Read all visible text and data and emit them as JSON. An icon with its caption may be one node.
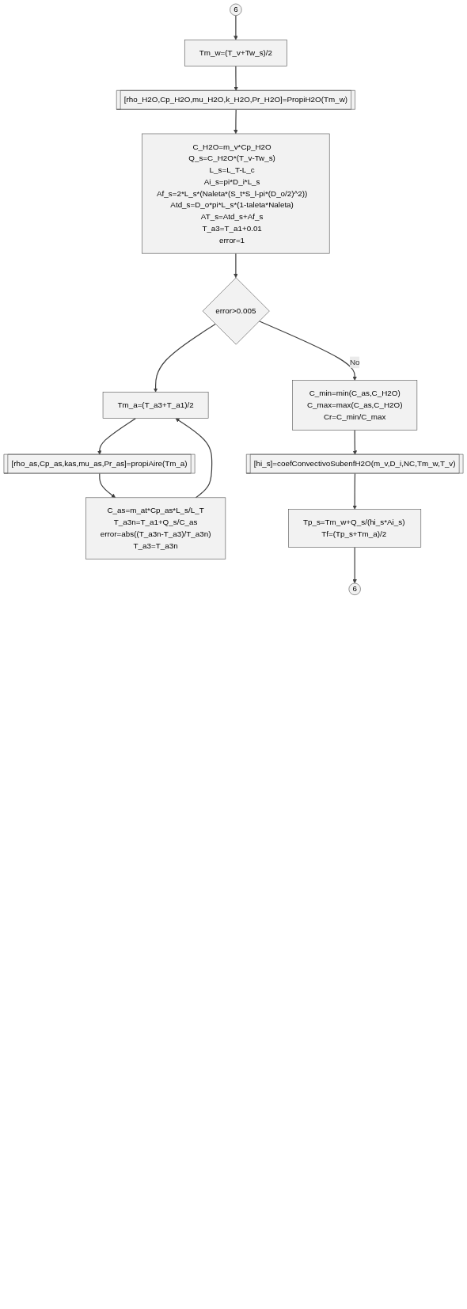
{
  "diagram": {
    "nodes": [
      {
        "text": [
          "6"
        ]
      },
      {
        "text": [
          "Tm_w=(T_v+Tw_s)/2"
        ]
      },
      {
        "text": [
          "[rho_H2O,Cp_H2O,mu_H2O,k_H2O,Pr_H2O]=PropiH2O(Tm_w)"
        ]
      },
      {
        "text": [
          "C_H2O=m_v*Cp_H2O",
          "Q_s=C_H2O*(T_v-Tw_s)",
          "L_s=L_T-L_c",
          "Ai_s=pi*D_i*L_s",
          "Af_s=2*L_s*(Naleta*(S_t*S_l-pi*(D_o/2)^2))",
          "Atd_s=D_o*pi*L_s*(1-taleta*Naleta)",
          "AT_s=Atd_s+Af_s",
          "T_a3=T_a1+0.01",
          "error=1"
        ]
      },
      {
        "text": [
          "error>0.005"
        ]
      },
      {
        "text": [
          "Tm_a=(T_a3+T_a1)/2"
        ]
      },
      {
        "text": [
          "[rho_as,Cp_as,kas,mu_as,Pr_as]=propiAire(Tm_a)"
        ]
      },
      {
        "text": [
          "C_as=m_at*Cp_as*L_s/L_T",
          "T_a3n=T_a1+Q_s/C_as",
          "error=abs((T_a3n-T_a3)/T_a3n)",
          "T_a3=T_a3n"
        ]
      },
      {
        "text": [
          "C_min=min(C_as,C_H2O)",
          "C_max=max(C_as,C_H2O)",
          "Cr=C_min/C_max"
        ]
      },
      {
        "text": [
          "[hi_s]=coefConvectivoSubenfH2O(m_v,D_i,NC,Tm_w,T_v)"
        ]
      },
      {
        "text": [
          "Tp_s=Tm_w+Q_s/(hi_s*Ai_s)",
          "Tf=(Tp_s+Tm_a)/2"
        ]
      },
      {
        "text": [
          "6"
        ]
      }
    ],
    "edges": [
      {
        "from": 0,
        "to": 1,
        "arrow": "to"
      },
      {
        "from": 1,
        "to": 2,
        "arrow": "to"
      },
      {
        "from": 2,
        "to": 3,
        "arrow": "to"
      },
      {
        "from": 3,
        "to": 4,
        "arrow": "to"
      },
      {
        "from": 4,
        "to": 5,
        "arrow": "to"
      },
      {
        "from": 5,
        "to": 6,
        "arrow": "to"
      },
      {
        "from": 6,
        "to": 7,
        "arrow": "to"
      },
      {
        "from": 7,
        "to": 5,
        "arrow": "to"
      },
      {
        "from": 4,
        "to": 8,
        "label": "No",
        "arrow": "to"
      },
      {
        "from": 8,
        "to": 9,
        "arrow": "to"
      },
      {
        "from": 9,
        "to": 10,
        "arrow": "to"
      },
      {
        "from": 10,
        "to": 11,
        "arrow": "to"
      }
    ]
  }
}
